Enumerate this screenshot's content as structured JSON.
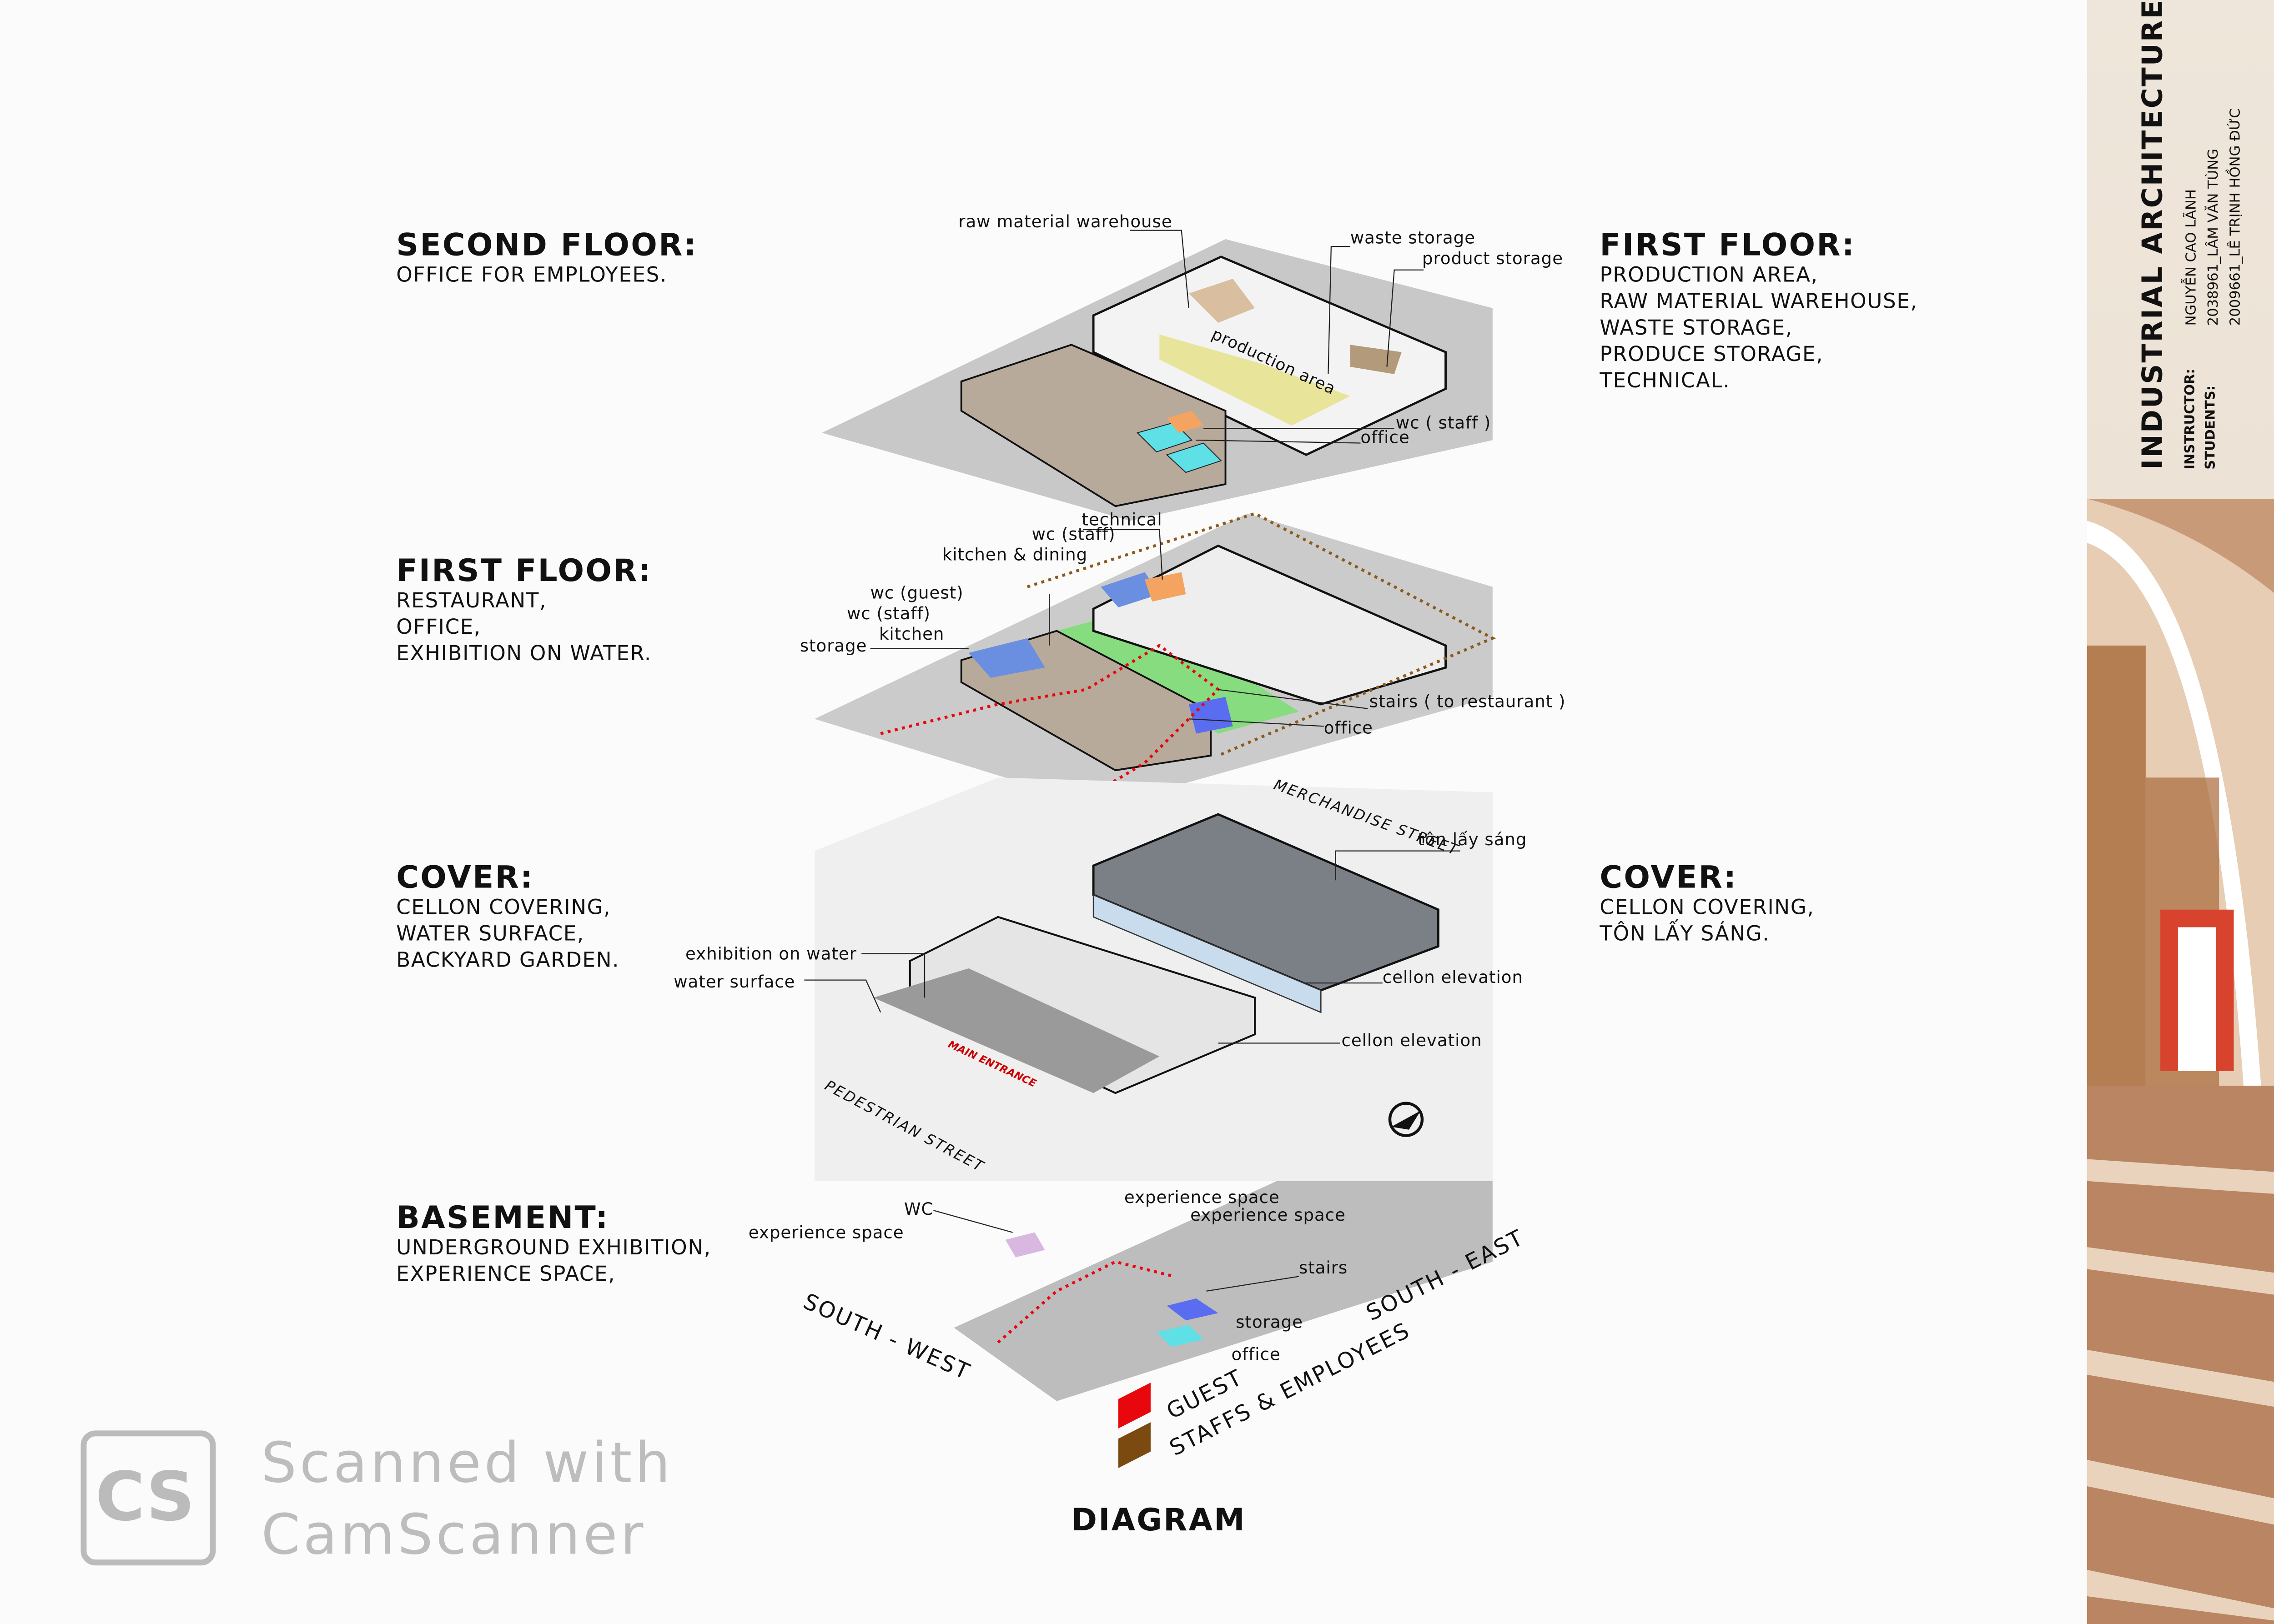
{
  "left_captions": [
    {
      "title": "SECOND FLOOR:",
      "lines": [
        "OFFICE FOR EMPLOYEES."
      ]
    },
    {
      "title": "FIRST FLOOR:",
      "lines": [
        "RESTAURANT,",
        "OFFICE,",
        "EXHIBITION ON WATER."
      ]
    },
    {
      "title": "COVER:",
      "lines": [
        "CELLON COVERING,",
        "WATER SURFACE,",
        "BACKYARD GARDEN."
      ]
    },
    {
      "title": "BASEMENT:",
      "lines": [
        "UNDERGROUND EXHIBITION,",
        "EXPERIENCE SPACE,"
      ]
    }
  ],
  "right_captions": [
    {
      "title": "FIRST FLOOR:",
      "lines": [
        "PRODUCTION AREA,",
        "RAW MATERIAL WAREHOUSE,",
        "WASTE STORAGE,",
        "PRODUCE STORAGE,",
        "TECHNICAL."
      ]
    },
    {
      "title": "COVER:",
      "lines": [
        "CELLON COVERING,",
        "TÔN LẤY SÁNG."
      ]
    }
  ],
  "labels": {
    "raw_material": "raw material warehouse",
    "waste": "waste storage",
    "product": "product storage",
    "production": "production area",
    "wc_staff_top": "wc ( staff )",
    "office_top": "office",
    "technical": "technical",
    "wc_staff_1": "wc (staff)",
    "kitchen_dining": "kitchen & dining",
    "wc_guest": "wc (guest)",
    "wc_staff_2": "wc (staff)",
    "kitchen": "kitchen",
    "storage_1": "storage",
    "stairs_restaurant": "stairs ( to restaurant )",
    "office_mid": "office",
    "merchandise_street": "MERCHANDISE STREET",
    "ton_lay_sang": "tôn lấy sáng",
    "exhibition_water": "exhibition on water",
    "water_surface": "water surface",
    "cellon_1": "cellon elevation",
    "cellon_2": "cellon elevation",
    "main_entrance": "MAIN ENTRANCE",
    "pedestrian_street": "PEDESTRIAN STREET",
    "wc": "WC",
    "exp_1": "experience space",
    "exp_2": "experience space",
    "exp_3": "experience space",
    "stairs": "stairs",
    "storage_b": "storage",
    "office_b": "office",
    "south_west": "SOUTH - WEST",
    "south_east": "SOUTH - EAST"
  },
  "legend": [
    {
      "label": "GUEST",
      "color": "#e8070d"
    },
    {
      "label": "STAFFS & EMPLOYEES",
      "color": "#7a4a10"
    }
  ],
  "title": "DIAGRAM",
  "sidebar": {
    "project": "INDUSTRIAL ARCHITECTURE",
    "instructor_label": "INSTRUCTOR:",
    "students_label": "STUDENTS:",
    "instructor": "NGUYỄN CAO LÃNH",
    "students": [
      "2038961_LÂM VĂN TÙNG",
      "2009661_LÊ TRỊNH HỒNG ĐỨC"
    ]
  },
  "watermark": {
    "logo": "CS",
    "line1": "Scanned with",
    "line2": "CamScanner"
  },
  "colors": {
    "production": "#e8e49a",
    "office": "#5ee0e6",
    "wc": "#f4a460",
    "storage": "#5a6df0",
    "garden": "#86dc7e",
    "guest_route": "#e8070d",
    "staff_route": "#8b5a1e"
  }
}
